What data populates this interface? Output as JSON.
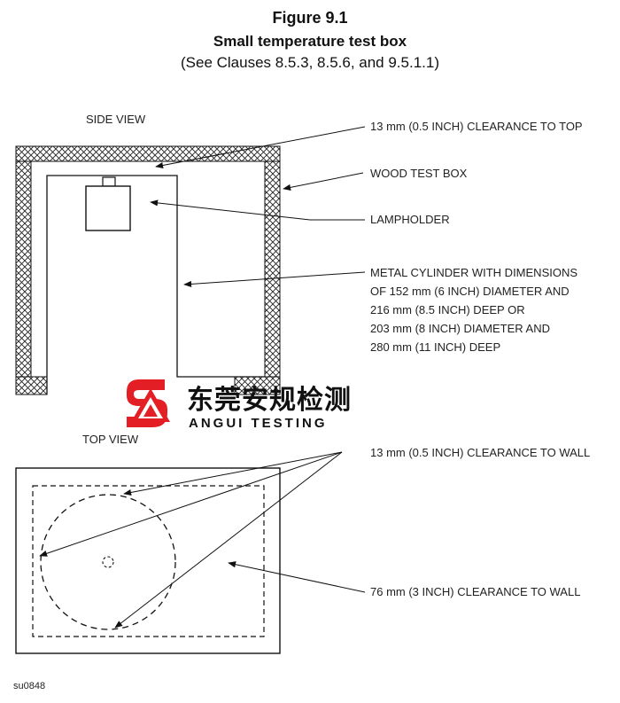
{
  "figure": {
    "number": "Figure 9.1",
    "title": "Small temperature test box",
    "subtitle": "(See Clauses 8.5.3, 8.5.6, and 9.5.1.1)"
  },
  "side_view": {
    "label": "SIDE VIEW",
    "callouts": {
      "clearance_top": "13 mm (0.5 INCH) CLEARANCE TO TOP",
      "wood_box": "WOOD TEST BOX",
      "lampholder": "LAMPHOLDER",
      "cylinder_lines": [
        "METAL CYLINDER WITH DIMENSIONS",
        "OF 152 mm (6 INCH) DIAMETER AND",
        "216 mm (8.5 INCH) DEEP OR",
        "203 mm (8 INCH) DIAMETER  AND",
        "280 mm (11 INCH) DEEP"
      ]
    }
  },
  "top_view": {
    "label": "TOP VIEW",
    "callouts": {
      "clearance_wall_13": "13 mm (0.5 INCH) CLEARANCE TO WALL",
      "clearance_wall_76": "76 mm (3 INCH) CLEARANCE TO WALL"
    }
  },
  "watermark": {
    "chinese": "东莞安规检测",
    "english": "ANGUI TESTING",
    "color": "#e31e24"
  },
  "drawing_code": "su0848"
}
